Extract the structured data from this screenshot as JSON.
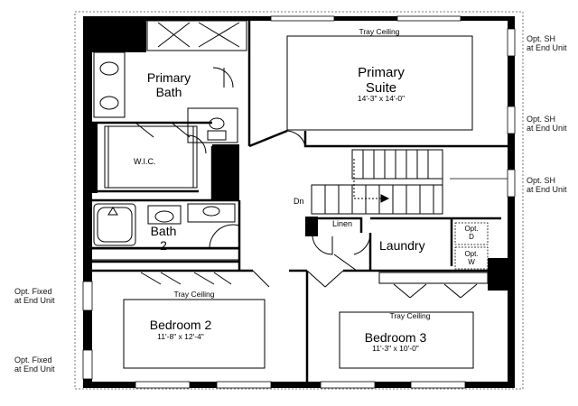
{
  "plan": {
    "rooms": {
      "primary_suite": {
        "name": "Primary\nSuite",
        "dims": "14'-3\" x 14'-0\"",
        "ceiling": "Tray Ceiling"
      },
      "primary_bath": {
        "name": "Primary\nBath"
      },
      "wic": {
        "name": "W.I.C."
      },
      "bath2": {
        "name": "Bath\n2"
      },
      "laundry": {
        "name": "Laundry"
      },
      "linen": {
        "name": "Linen"
      },
      "bedroom2": {
        "name": "Bedroom 2",
        "dims": "11'-8\" x 12'-4\"",
        "ceiling": "Tray Ceiling"
      },
      "bedroom3": {
        "name": "Bedroom 3",
        "dims": "11'-3\" x 10'-0\"",
        "ceiling": "Tray Ceiling"
      }
    },
    "stairs": {
      "label": "Dn"
    },
    "appliances": {
      "dryer": "Opt.\nD",
      "washer": "Opt.\nW"
    },
    "side_notes": {
      "right_1": "Opt. SH\nat End Unit",
      "right_2": "Opt. SH\nat End Unit",
      "right_3": "Opt. SH\nat End Unit",
      "left_1": "Opt. Fixed\nat End Unit",
      "left_2": "Opt. Fixed\nat End Unit"
    }
  }
}
